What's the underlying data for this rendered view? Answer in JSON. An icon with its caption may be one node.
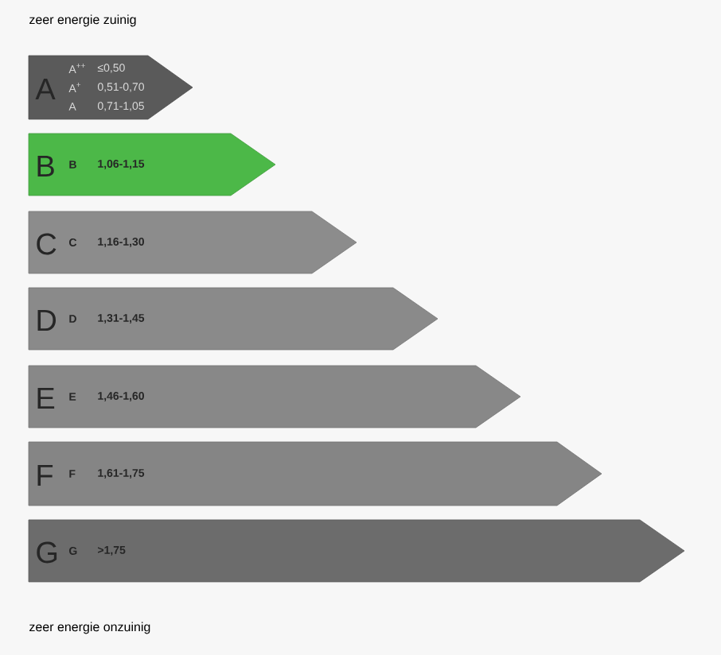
{
  "diagram": {
    "nodes": [
      {
        "text": [
          "A",
          "A$^{++}$",
          "≤0,50",
          "A$^{+}$",
          "0,51-0,70",
          "A",
          "0,71-1,05"
        ]
      },
      {
        "text": [
          "B",
          "B",
          "1,06-1,15"
        ]
      },
      {
        "text": [
          "C",
          "C",
          "1,16-1,30"
        ]
      },
      {
        "text": [
          "D",
          "D",
          "1,31-1,45"
        ]
      },
      {
        "text": [
          "E",
          "E",
          "1,46-1,60"
        ]
      },
      {
        "text": [
          "F",
          "F",
          "1,61-1,75"
        ]
      },
      {
        "text": [
          "G",
          "G",
          ">1,75"
        ]
      }
    ],
    "labels": [
      "zeer energie zuinig",
      "zeer energie onzuinig"
    ]
  }
}
